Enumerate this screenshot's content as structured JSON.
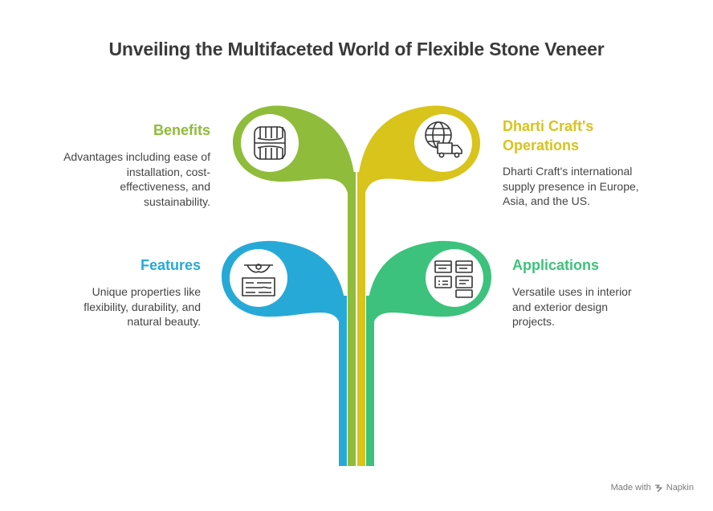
{
  "title": "Unveiling the Multifaceted World of Flexible Stone Veneer",
  "items": [
    {
      "heading": "Benefits",
      "text": "Advantages including ease of installation, cost-effectiveness, and sustainability.",
      "color": "#8fbc3a",
      "icon": "dentures-icon"
    },
    {
      "heading": "Dharti Craft's Operations",
      "text": "Dharti Craft's international supply presence in Europe, Asia, and the US.",
      "color": "#d8c41a",
      "icon": "globe-delivery-truck-icon"
    },
    {
      "heading": "Features",
      "text": "Unique properties like flexibility, durability, and natural beauty.",
      "color": "#27a9d8",
      "icon": "stone-slab-icon"
    },
    {
      "heading": "Applications",
      "text": "Versatile uses in interior and exterior design projects.",
      "color": "#3cc27c",
      "icon": "layout-panels-icon"
    }
  ],
  "footer": {
    "made_with": "Made with",
    "brand": "Napkin"
  }
}
